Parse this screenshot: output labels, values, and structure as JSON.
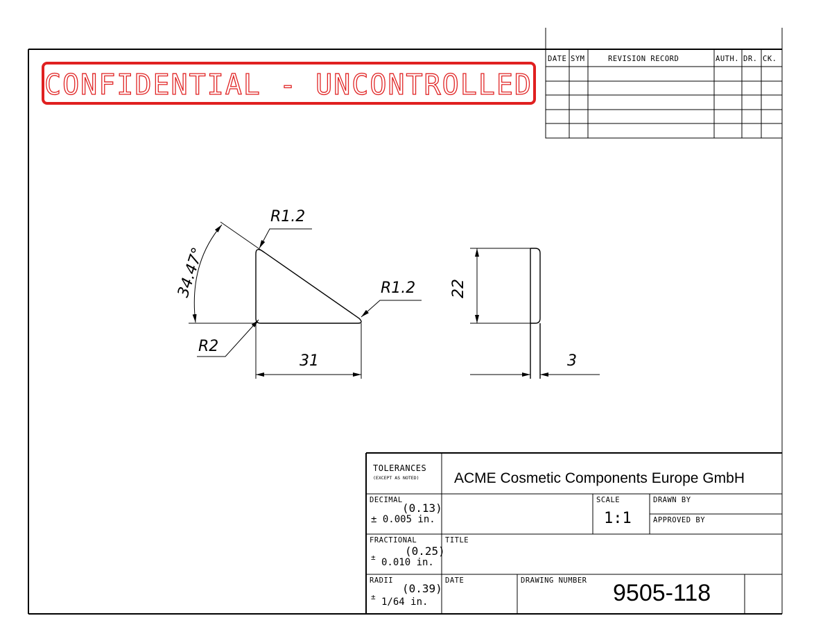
{
  "stamp": {
    "text": "CONFIDENTIAL - UNCONTROLLED",
    "color": "#e02020"
  },
  "revision_table": {
    "headers": [
      "DATE",
      "SYM",
      "REVISION RECORD",
      "AUTH.",
      "DR.",
      "CK."
    ],
    "rows": 5
  },
  "dimensions": {
    "angle": "34.47°",
    "radius_top": "R1.2",
    "radius_right": "R1.2",
    "radius_bottom": "R2",
    "width": "31",
    "height": "22",
    "thickness": "3"
  },
  "title_block": {
    "tolerances_label": "TOLERANCES",
    "tolerances_note": "(EXCEPT AS NOTED)",
    "company": "ACME Cosmetic Components Europe GmbH",
    "decimal_label": "DECIMAL",
    "decimal_mm": "(0.13)",
    "decimal_tol": "± 0.005  in.",
    "fractional_label": "FRACTIONAL",
    "fractional_mm": "(0.25)",
    "fractional_tol_sign": "±",
    "fractional_tol": "0.010  in.",
    "radii_label": "RADII",
    "radii_mm": "(0.39)",
    "radii_tol_sign": "±",
    "radii_tol": "1/64  in.",
    "scale_label": "SCALE",
    "scale_value": "1:1",
    "drawn_by_label": "DRAWN BY",
    "approved_by_label": "APPROVED BY",
    "title_label": "TITLE",
    "date_label": "DATE",
    "drawing_number_label": "DRAWING NUMBER",
    "drawing_number": "9505-118"
  }
}
